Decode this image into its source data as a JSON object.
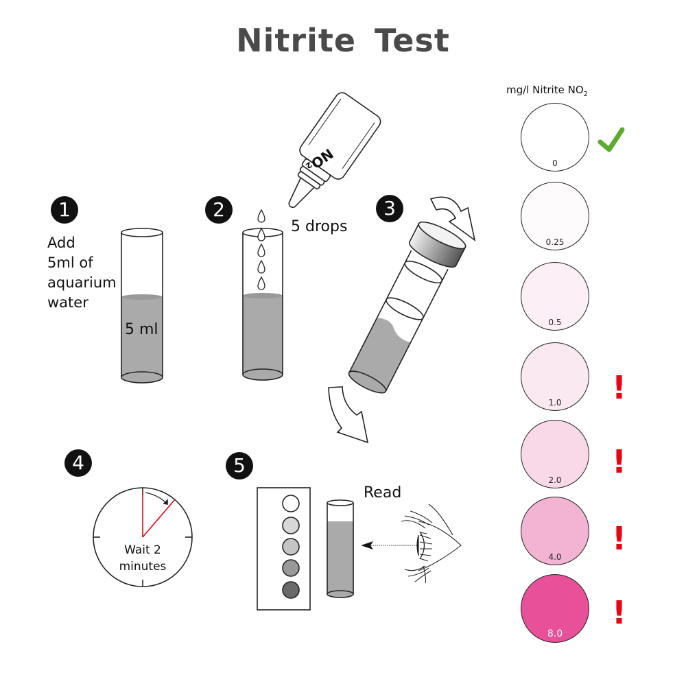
{
  "title": "Nitrite  Test",
  "steps": [
    {
      "number": "1",
      "text_lines": [
        "Add",
        "5ml of",
        "aquarium",
        "water"
      ],
      "tube_label": "5 ml"
    },
    {
      "number": "2",
      "text": "5 drops",
      "bottle_label": "NO2"
    },
    {
      "number": "3"
    },
    {
      "number": "4",
      "text_lines": [
        "Wait 2",
        "minutes"
      ]
    },
    {
      "number": "5",
      "text": "Read"
    }
  ],
  "color_scale": {
    "heading": "mg/l Nitrite NO",
    "heading_sub": "2",
    "levels": [
      {
        "value": "0",
        "color": "#ffffff",
        "text_color": "#222222",
        "indicator": "check"
      },
      {
        "value": "0.25",
        "color": "#fdfbfc",
        "text_color": "#222222",
        "indicator": "none"
      },
      {
        "value": "0.5",
        "color": "#fcf0f6",
        "text_color": "#222222",
        "indicator": "none"
      },
      {
        "value": "1.0",
        "color": "#fbe9f2",
        "text_color": "#222222",
        "indicator": "warning"
      },
      {
        "value": "2.0",
        "color": "#f9d8e8",
        "text_color": "#222222",
        "indicator": "warning"
      },
      {
        "value": "4.0",
        "color": "#f3b3d2",
        "text_color": "#222222",
        "indicator": "warning"
      },
      {
        "value": "8.0",
        "color": "#e9509a",
        "text_color": "#ffffff",
        "indicator": "warning"
      }
    ]
  },
  "comparison_card": {
    "swatches": [
      "#ffffff",
      "#d7d7d7",
      "#c4c4c4",
      "#999999",
      "#6a6a6a"
    ]
  },
  "colors": {
    "check": "#5aab2e",
    "warning": "#e30613",
    "liquid": "#aaaaaa",
    "timer_hand": "#e30613"
  }
}
